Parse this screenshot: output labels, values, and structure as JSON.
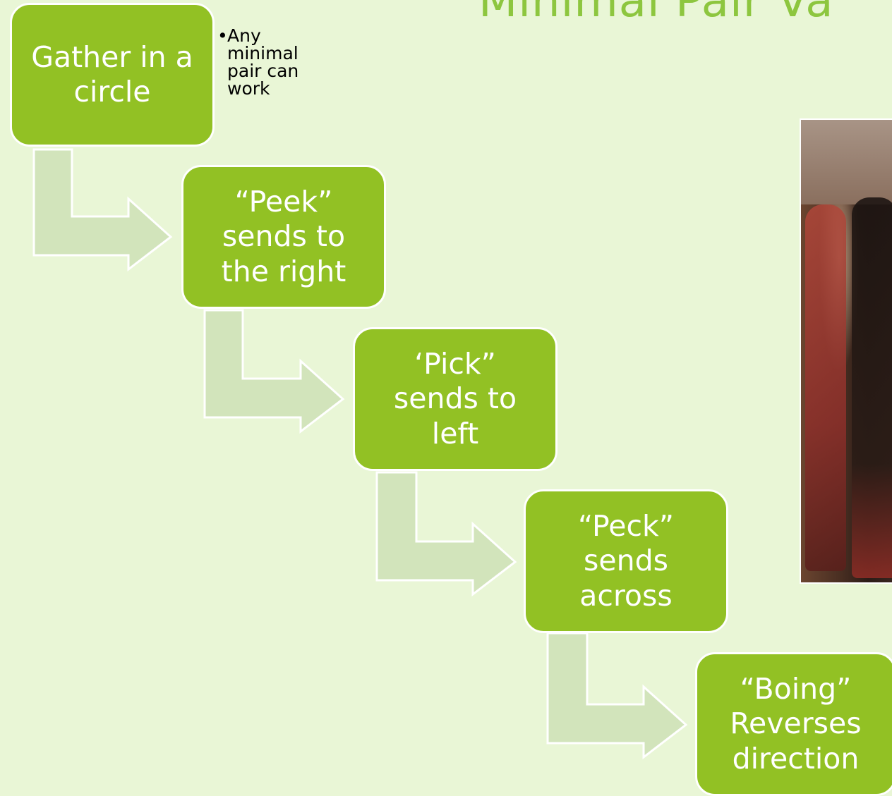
{
  "slide": {
    "title": "Minimal Pair Va"
  },
  "steps": [
    {
      "text": "Gather in a\ncircle"
    },
    {
      "text": "“Peek”\nsends to\nthe right"
    },
    {
      "text": "‘Pick”\nsends to\nleft"
    },
    {
      "text": "“Peck”\nsends\nacross"
    },
    {
      "text": "“Boing”\nReverses\ndirection"
    }
  ],
  "note": {
    "bullet": "•",
    "text": "Any\nminimal\npair can\nwork"
  },
  "colors": {
    "background": "#e9f6d6",
    "step_fill": "#92c124",
    "arrow_fill": "#d2e4bb",
    "title": "#8dc63f"
  },
  "photo": {
    "description_icon": "people-standing-photo"
  }
}
